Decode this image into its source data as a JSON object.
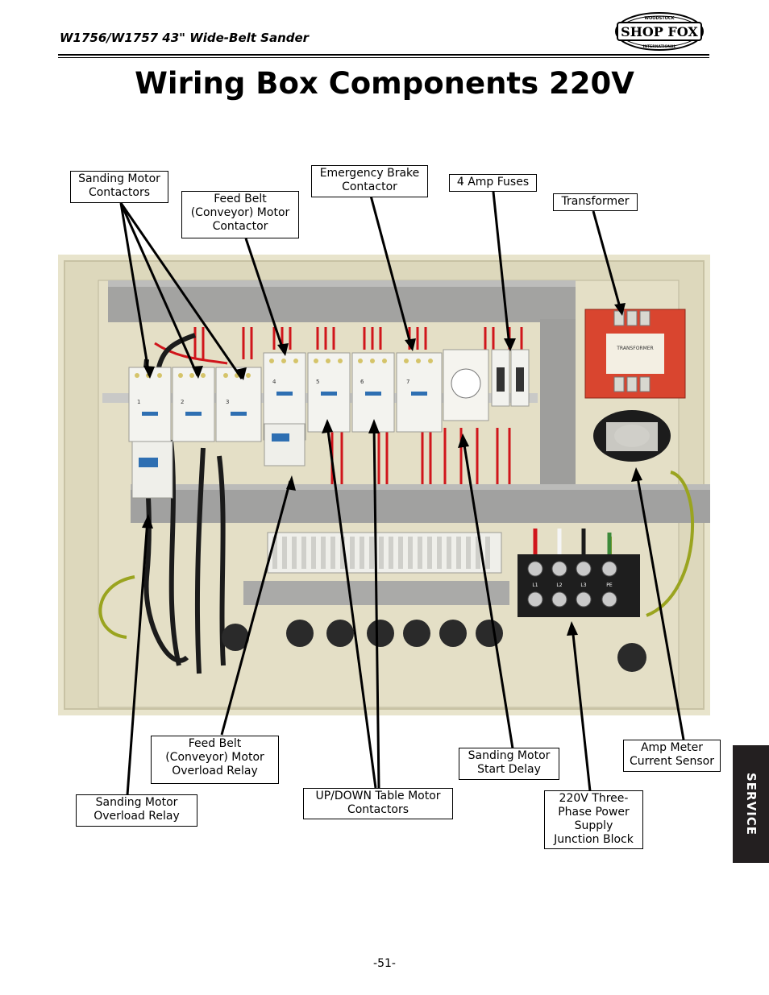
{
  "header": {
    "title": "W1756/W1757 43\" Wide-Belt Sander"
  },
  "logo": {
    "brand": "SHOP FOX",
    "top_arc": "WOODSTOCK",
    "bottom_arc": "INTERNATIONAL"
  },
  "page_title": "Wiring Box Components 220V",
  "callouts": {
    "sanding_motor_contactors": "Sanding Motor\nContactors",
    "feed_belt_motor_contactor": "Feed Belt\n(Conveyor) Motor\nContactor",
    "emergency_brake_contactor": "Emergency Brake\nContactor",
    "amp_fuses": "4 Amp Fuses",
    "transformer": "Transformer",
    "feed_belt_overload_relay": "Feed Belt\n(Conveyor) Motor\nOverload Relay",
    "sanding_motor_overload_relay": "Sanding Motor\nOverload Relay",
    "up_down_table_motor_contactors": "UP/DOWN Table Motor\nContactors",
    "sanding_motor_start_delay": "Sanding Motor\nStart Delay",
    "power_supply_junction_block": "220V Three-\nPhase Power\nSupply\nJunction Block",
    "amp_meter_current_sensor": "Amp Meter\nCurrent Sensor"
  },
  "photo": {
    "contactor_labels": [
      "1",
      "2",
      "3",
      "4",
      "5",
      "6",
      "7"
    ],
    "transformer_label": "TRANSFORMER",
    "terminal_labels": [
      "L1",
      "L2",
      "L3",
      "PE"
    ]
  },
  "side_tab": "SERVICE",
  "page_number": "-51-",
  "colors": {
    "panel": "#e9e5cf",
    "contactor": "#f2f2ee",
    "wire_red": "#d0151b",
    "duct": "#9a9a98",
    "transformer": "#d9452f",
    "tab": "#231f20"
  }
}
